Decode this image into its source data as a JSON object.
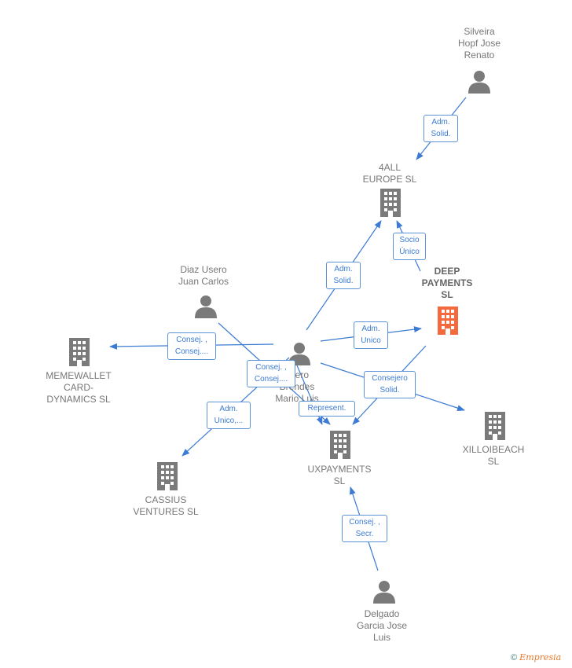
{
  "nodes": {
    "silveira": {
      "label": "Silveira\nHopf Jose\nRenato",
      "kind": "person",
      "icon": "person-icon"
    },
    "four_all": {
      "label": "4ALL\nEUROPE  SL",
      "kind": "company",
      "icon": "building-icon"
    },
    "deep": {
      "label": "DEEP\nPAYMENTS\nSL",
      "kind": "company-main",
      "icon": "building-icon"
    },
    "diaz": {
      "label": "Diaz Usero\nJuan Carlos",
      "kind": "person",
      "icon": "person-icon"
    },
    "memewallet": {
      "label": "MEMEWALLET\nCARD-\nDYNAMICS  SL",
      "kind": "company",
      "icon": "building-icon"
    },
    "otero": {
      "label": "Otero\nBrendes\nMario Luis",
      "kind": "person",
      "icon": "person-icon"
    },
    "uxpayments": {
      "label": "UXPAYMENTS\nSL",
      "kind": "company",
      "icon": "building-icon"
    },
    "xilloibeach": {
      "label": "XILLOIBEACH\nSL",
      "kind": "company",
      "icon": "building-icon"
    },
    "cassius": {
      "label": "CASSIUS\nVENTURES  SL",
      "kind": "company",
      "icon": "building-icon"
    },
    "delgado": {
      "label": "Delgado\nGarcia Jose\nLuis",
      "kind": "person",
      "icon": "person-icon"
    }
  },
  "edges": [
    {
      "id": "silveira-4all",
      "label": "Adm.\nSolid."
    },
    {
      "id": "deep-4all",
      "label": "Socio\nÚnico"
    },
    {
      "id": "otero-4all",
      "label": "Adm.\nSolid."
    },
    {
      "id": "otero-deep",
      "label": "Adm.\nUnico"
    },
    {
      "id": "otero-memewallet",
      "label": "Consej. ,\nConsej...."
    },
    {
      "id": "diaz-ux",
      "label": "Consej. ,\nConsej...."
    },
    {
      "id": "otero-cassius",
      "label": "Adm.\nUnico,..."
    },
    {
      "id": "otero-xilloibeach",
      "label": "Consejero\nSolid."
    },
    {
      "id": "otero-ux",
      "label": "Represent."
    },
    {
      "id": "deep-ux",
      "label": ""
    },
    {
      "id": "delgado-ux",
      "label": "Consej. ,\nSecr."
    }
  ],
  "footer": {
    "copyright": "©",
    "brand": "Empresia"
  },
  "colors": {
    "edge": "#3b7bd4",
    "icon": "#7a7a7a",
    "main_company": "#f26a3d",
    "label": "#777777"
  }
}
